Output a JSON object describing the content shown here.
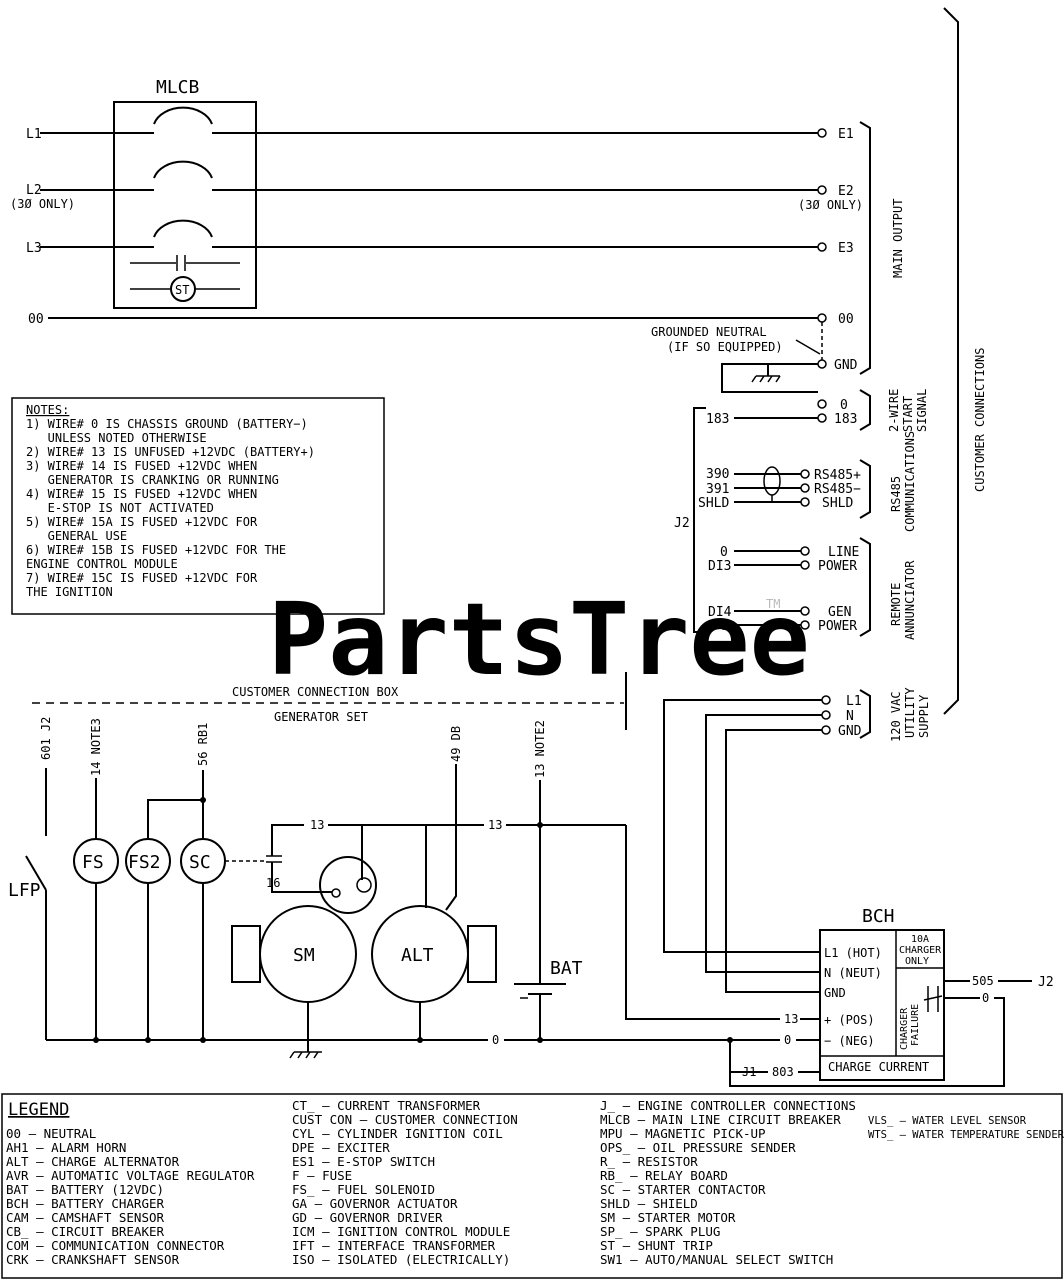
{
  "title": "MLCB",
  "lines": {
    "l1": "L1",
    "l2": "L2",
    "l3": "L3",
    "neutral_left": "00",
    "three_phase_only": "(3Ø ONLY)",
    "e1": "E1",
    "e2": "E2",
    "e3": "E3",
    "neutral_right": "00",
    "st": "ST",
    "main_output": "MAIN OUTPUT"
  },
  "neutral": {
    "grounded_1": "GROUNDED NEUTRAL",
    "grounded_2": "(IF SO EQUIPPED)",
    "gnd": "GND"
  },
  "start_signal": {
    "w0": "0",
    "w183_left": "183",
    "w183_right": "183",
    "label": [
      "2-WIRE",
      "START",
      "SIGNAL"
    ]
  },
  "comms": {
    "w390": "390",
    "w391": "391",
    "shld_left": "SHLD",
    "rs485p": "RS485+",
    "rs485m": "RS485−",
    "shld_right": "SHLD",
    "j2": "J2",
    "label": [
      "RS485",
      "COMMUNICATIONS"
    ]
  },
  "annunciator": {
    "w0a": "0",
    "di3": "DI3",
    "line": "LINE",
    "power_a": "POWER",
    "di4": "DI4",
    "w0b": "0",
    "gen": "GEN",
    "power_b": "POWER",
    "label": [
      "REMOTE",
      "ANNUNCIATOR"
    ]
  },
  "utility": {
    "l1": "L1",
    "n": "N",
    "gnd": "GND",
    "label": [
      "120 VAC",
      "UTILITY",
      "SUPPLY"
    ]
  },
  "customer_connections": "CUSTOMER CONNECTIONS",
  "notes": {
    "lines": [
      "NOTES:",
      "1) WIRE# 0 IS CHASSIS GROUND (BATTERY−)",
      "   UNLESS NOTED OTHERWISE",
      "2) WIRE# 13 IS UNFUSED +12VDC (BATTERY+)",
      "3) WIRE# 14 IS FUSED +12VDC WHEN",
      "   GENERATOR IS CRANKING OR RUNNING",
      "4) WIRE# 15 IS FUSED +12VDC WHEN",
      "   E-STOP IS NOT ACTIVATED",
      "5) WIRE# 15A IS FUSED +12VDC FOR",
      "   GENERAL USE",
      "6) WIRE# 15B IS FUSED +12VDC FOR THE",
      "ENGINE CONTROL MODULE",
      "7) WIRE# 15C IS FUSED +12VDC FOR",
      "THE IGNITION"
    ]
  },
  "watermark": "PartsTree",
  "trademark": "TM",
  "boundary": {
    "ccb": "CUSTOMER CONNECTION BOX",
    "genset": "GENERATOR SET"
  },
  "wire_labels": {
    "w601": "601 J2",
    "w14": "14 NOTE3",
    "w56": "56 RB1",
    "w49": "49 DB",
    "w13": "13 NOTE2",
    "n13a": "13",
    "n13b": "13",
    "n13c": "13",
    "n16": "16",
    "n0a": "0",
    "n0b": "0",
    "n505": "505",
    "n0c": "0",
    "n803": "803",
    "j2_right": "J2",
    "j1": "J1"
  },
  "components": {
    "lfp": "LFP",
    "fs": "FS",
    "fs2": "FS2",
    "sc": "SC",
    "sm": "SM",
    "alt": "ALT",
    "bat": "BAT"
  },
  "bch": {
    "title": "BCH",
    "rows": [
      "L1 (HOT)",
      "N (NEUT)",
      "GND",
      "+ (POS)",
      "− (NEG)"
    ],
    "charge_current": "CHARGE CURRENT",
    "amp": [
      "10A",
      "CHARGER",
      "ONLY"
    ],
    "failure": [
      "CHARGER",
      "FAILURE"
    ]
  },
  "legend": {
    "title": "LEGEND",
    "col1": [
      "00  — NEUTRAL",
      "AH1 — ALARM HORN",
      "ALT — CHARGE ALTERNATOR",
      "AVR — AUTOMATIC VOLTAGE REGULATOR",
      "BAT — BATTERY (12VDC)",
      "BCH — BATTERY CHARGER",
      "CAM — CAMSHAFT SENSOR",
      "CB_ — CIRCUIT BREAKER",
      "COM — COMMUNICATION CONNECTOR",
      "CRK — CRANKSHAFT SENSOR"
    ],
    "col2": [
      "CT_ — CURRENT TRANSFORMER",
      "CUST CON — CUSTOMER CONNECTION",
      "CYL  — CYLINDER IGNITION COIL",
      "DPE  — EXCITER",
      "ES1  — E-STOP SWITCH",
      "F    — FUSE",
      "FS_  — FUEL SOLENOID",
      "GA   — GOVERNOR ACTUATOR",
      "GD   — GOVERNOR DRIVER",
      "ICM  — IGNITION CONTROL MODULE",
      "IFT  — INTERFACE TRANSFORMER",
      "ISO  — ISOLATED (ELECTRICALLY)"
    ],
    "col3": [
      "J_   — ENGINE CONTROLLER CONNECTIONS",
      "MLCB — MAIN LINE CIRCUIT BREAKER",
      "MPU  — MAGNETIC PICK-UP",
      "OPS_ — OIL PRESSURE SENDER",
      "R_   — RESISTOR",
      "RB_  — RELAY BOARD",
      "SC   — STARTER CONTACTOR",
      "SHLD — SHIELD",
      "SM   — STARTER MOTOR",
      "SP_  — SPARK PLUG",
      "ST   — SHUNT TRIP",
      "SW1  — AUTO/MANUAL SELECT SWITCH"
    ],
    "col4": [
      "VLS_ — WATER LEVEL SENSOR",
      "WTS_ — WATER TEMPERATURE SENDER"
    ]
  }
}
